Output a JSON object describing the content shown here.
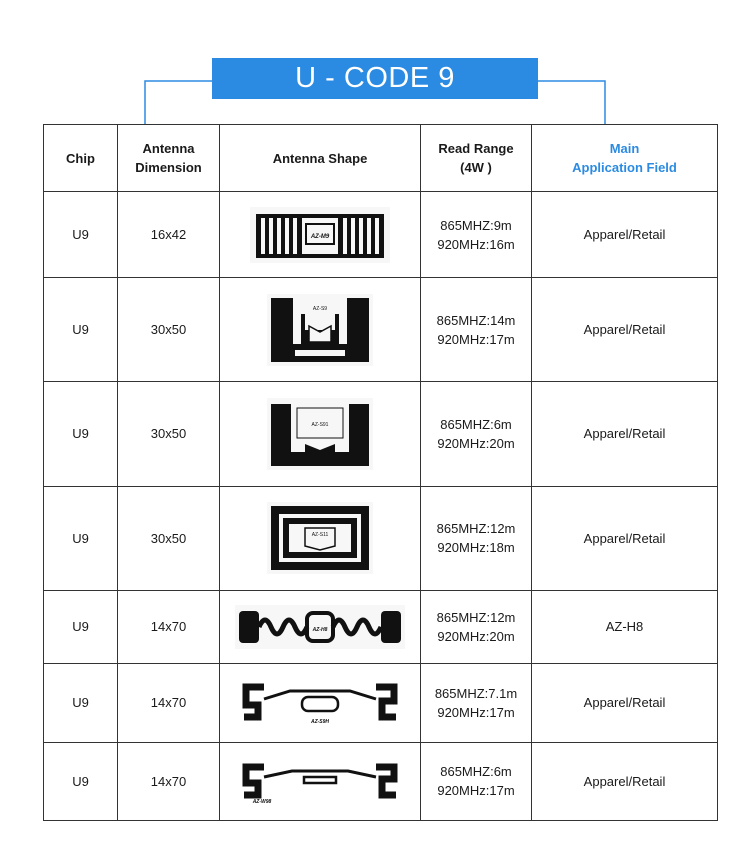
{
  "title": "U - CODE 9",
  "colors": {
    "accent": "#2b8be2",
    "border": "#333333"
  },
  "table": {
    "headers": {
      "chip": "Chip",
      "dimension": "Antenna\nDimension",
      "shape": "Antenna Shape",
      "range": "Read Range\n(4W )",
      "application": "Main\nApplication Field"
    },
    "rows": [
      {
        "chip": "U9",
        "dimension": "16x42",
        "range_1": "865MHZ:9m",
        "range_2": "920MHz:16m",
        "application": "Apparel/Retail",
        "shape": "meander-strip-tag",
        "tag_label": "AZ-M9"
      },
      {
        "chip": "U9",
        "dimension": "30x50",
        "range_1": "865MHZ:14m",
        "range_2": "920MHz:17m",
        "application": "Apparel/Retail",
        "shape": "wide-u-tag",
        "tag_label": "AZ-S9"
      },
      {
        "chip": "U9",
        "dimension": "30x50",
        "range_1": "865MHZ:6m",
        "range_2": "920MHz:20m",
        "application": "Apparel/Retail",
        "shape": "solid-u-tag",
        "tag_label": "AZ-S91"
      },
      {
        "chip": "U9",
        "dimension": "30x50",
        "range_1": "865MHZ:12m",
        "range_2": "920MHz:18m",
        "application": "Apparel/Retail",
        "shape": "frame-loop-tag",
        "tag_label": "AZ-S11"
      },
      {
        "chip": "U9",
        "dimension": "14x70",
        "range_1": "865MHZ:12m",
        "range_2": "920MHz:20m",
        "application": "AZ-H8",
        "shape": "meander-loop-tag",
        "tag_label": "AZ-H8"
      },
      {
        "chip": "U9",
        "dimension": "14x70",
        "range_1": "865MHZ:7.1m",
        "range_2": "920MHz:17m",
        "application": "Apparel/Retail",
        "shape": "s-dipole-tag",
        "tag_label": "AZ-S9H"
      },
      {
        "chip": "U9",
        "dimension": "14x70",
        "range_1": "865MHZ:6m",
        "range_2": "920MHz:17m",
        "application": "Apparel/Retail",
        "shape": "s-dipole-tag",
        "tag_label": "AZ-W98"
      }
    ]
  }
}
